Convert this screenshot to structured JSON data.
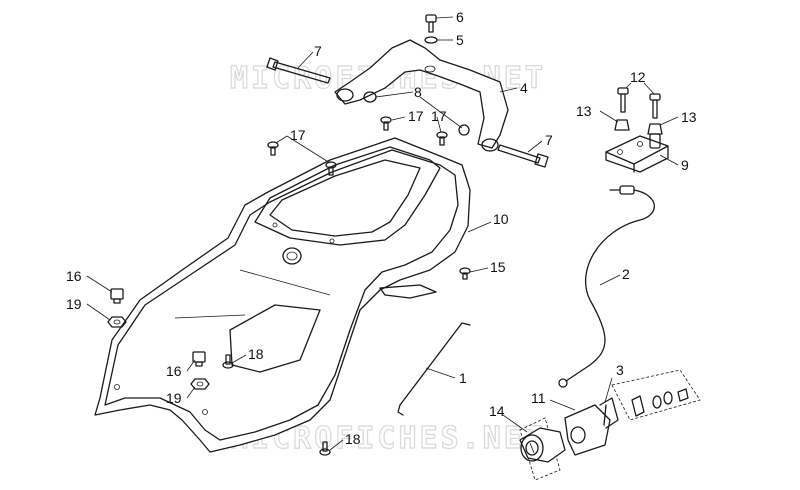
{
  "watermark": {
    "text": "MICROFICHES.NET"
  },
  "callouts": {
    "c1": "1",
    "c2": "2",
    "c3": "3",
    "c4": "4",
    "c5": "5",
    "c6": "6",
    "c7a": "7",
    "c7b": "7",
    "c8": "8",
    "c9": "9",
    "c10": "10",
    "c11": "11",
    "c12": "12",
    "c13a": "13",
    "c13b": "13",
    "c14": "14",
    "c15": "15",
    "c16a": "16",
    "c16b": "16",
    "c17a": "17",
    "c17b": "17",
    "c17c": "17",
    "c18a": "18",
    "c18b": "18",
    "c19a": "19",
    "c19b": "19"
  }
}
